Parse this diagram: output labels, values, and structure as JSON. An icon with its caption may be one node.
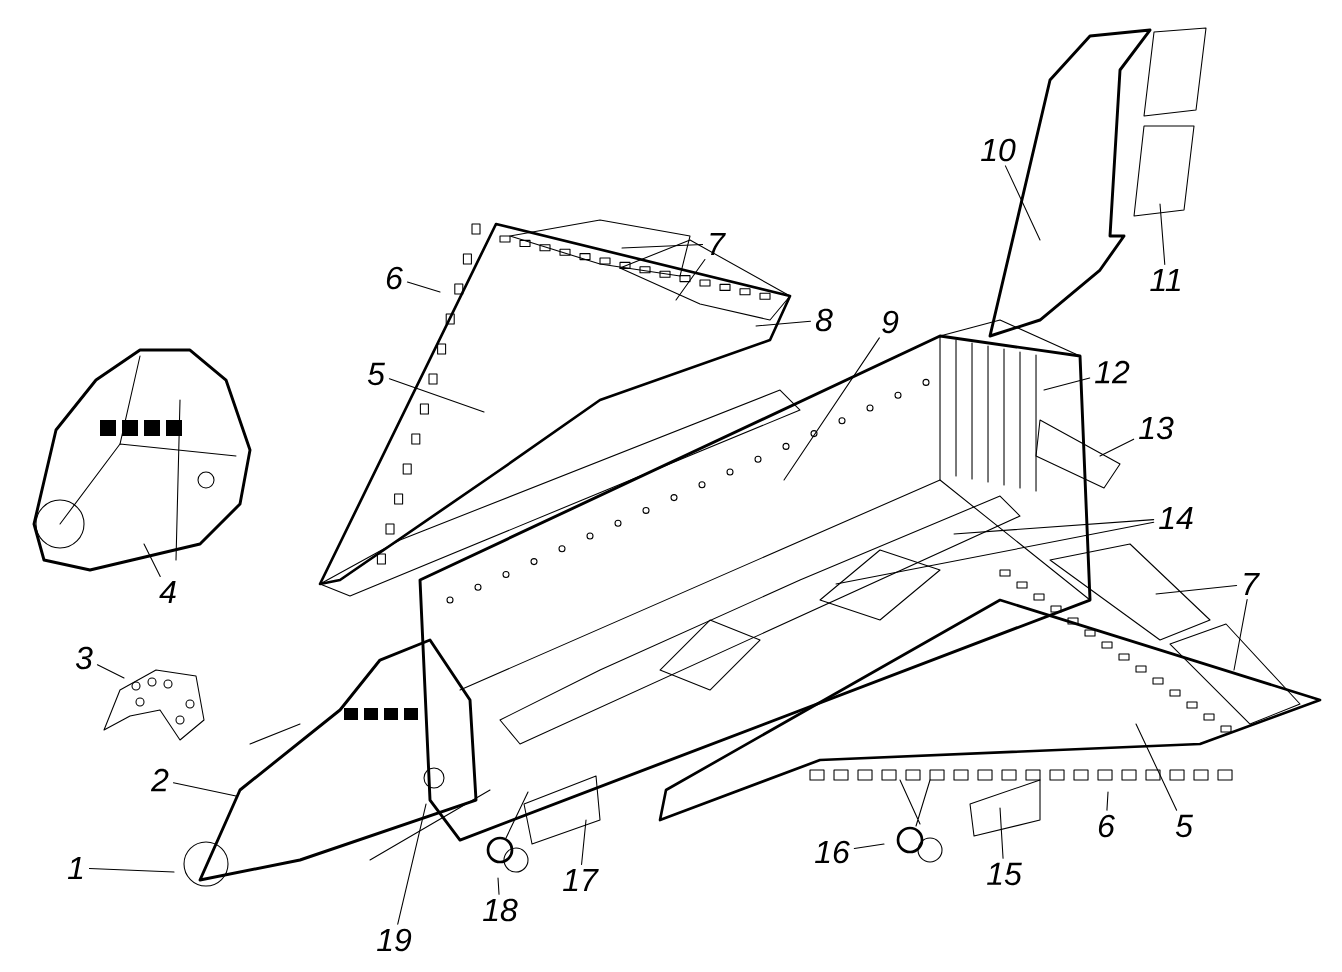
{
  "diagram": {
    "nodes": [
      {
        "text": [
          "1"
        ]
      },
      {
        "text": [
          "2"
        ]
      },
      {
        "text": [
          "3"
        ]
      },
      {
        "text": [
          "4"
        ]
      },
      {
        "text": [
          "5"
        ]
      },
      {
        "text": [
          "5"
        ]
      },
      {
        "text": [
          "6"
        ]
      },
      {
        "text": [
          "6"
        ]
      },
      {
        "text": [
          "7"
        ]
      },
      {
        "text": [
          "7"
        ]
      },
      {
        "text": [
          "8"
        ]
      },
      {
        "text": [
          "9"
        ]
      },
      {
        "text": [
          "10"
        ]
      },
      {
        "text": [
          "11"
        ]
      },
      {
        "text": [
          "12"
        ]
      },
      {
        "text": [
          "13"
        ]
      },
      {
        "text": [
          "14"
        ]
      },
      {
        "text": [
          "15"
        ]
      },
      {
        "text": [
          "16"
        ]
      },
      {
        "text": [
          "17"
        ]
      },
      {
        "text": [
          "18"
        ]
      },
      {
        "text": [
          "19"
        ]
      }
    ],
    "edges": [
      {
        "from": 0,
        "to": null,
        "arrow": "none"
      },
      {
        "from": 1,
        "to": null,
        "arrow": "none"
      },
      {
        "from": 2,
        "to": null,
        "arrow": "none"
      },
      {
        "from": 3,
        "to": null,
        "arrow": "none"
      },
      {
        "from": 4,
        "to": null,
        "arrow": "none"
      },
      {
        "from": 5,
        "to": null,
        "arrow": "none"
      },
      {
        "from": 6,
        "to": null,
        "arrow": "none"
      },
      {
        "from": 7,
        "to": null,
        "arrow": "none"
      },
      {
        "from": 8,
        "to": null,
        "arrow": "none"
      },
      {
        "from": 8,
        "to": null,
        "arrow": "none"
      },
      {
        "from": 9,
        "to": null,
        "arrow": "none"
      },
      {
        "from": 9,
        "to": null,
        "arrow": "none"
      },
      {
        "from": 10,
        "to": null,
        "arrow": "none"
      },
      {
        "from": 11,
        "to": null,
        "arrow": "none"
      },
      {
        "from": 12,
        "to": null,
        "arrow": "none"
      },
      {
        "from": 13,
        "to": null,
        "arrow": "none"
      },
      {
        "from": 14,
        "to": null,
        "arrow": "none"
      },
      {
        "from": 15,
        "to": null,
        "arrow": "none"
      },
      {
        "from": 16,
        "to": null,
        "arrow": "none"
      },
      {
        "from": 16,
        "to": null,
        "arrow": "none"
      },
      {
        "from": 17,
        "to": null,
        "arrow": "none"
      },
      {
        "from": 18,
        "to": null,
        "arrow": "none"
      },
      {
        "from": 19,
        "to": null,
        "arrow": "none"
      },
      {
        "from": 20,
        "to": null,
        "arrow": "none"
      },
      {
        "from": 21,
        "to": null,
        "arrow": "none"
      }
    ]
  }
}
